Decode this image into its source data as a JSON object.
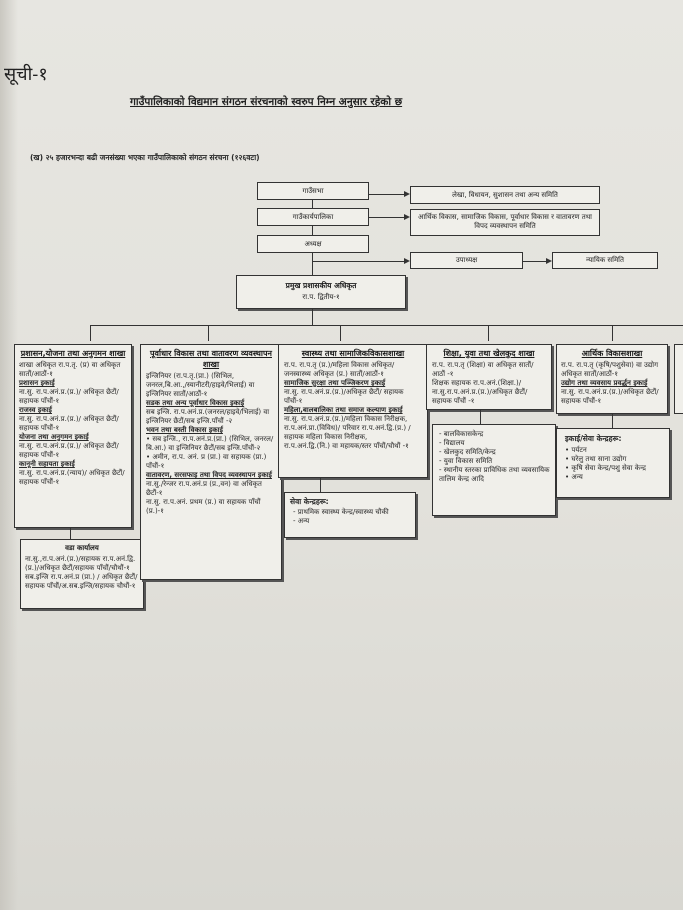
{
  "document": {
    "list_label": "सूची-१",
    "title": "गाउँपालिकाको विद्यमान संगठन संरचनाको स्वरुप निम्न अनुसार रहेको छ",
    "subtitle": "(ख) २५ हजारभन्दा बढी जनसंख्या भएका गाउँपालिकाको संगठन संरचना (१२६वटा)"
  },
  "chart": {
    "top_nodes": [
      {
        "label": "गाउँसभा"
      },
      {
        "label": "गाउँकार्यपालिका"
      },
      {
        "label": "अध्यक्ष"
      }
    ],
    "side_nodes": [
      {
        "label": "लेखा, विधायन, सुशासन तथा अन्य समिति"
      },
      {
        "label": "आर्थिक विकास, सामाजिक विकास, पूर्वाधार विकास र वातावरण तथा विपद व्यवस्थापन समिति"
      },
      {
        "label": "उपाध्यक्ष"
      },
      {
        "label": "न्यायिक समिति"
      }
    ],
    "cao": {
      "title": "प्रमुख प्रशासकीय अधिकृत",
      "level": "रा.प. द्वितीय-१"
    },
    "columns": [
      {
        "title": "प्रशासन,योजना तथा अनुगमन शाखा",
        "lines": [
          {
            "t": "शाखा अधिकृत रा.प.तृ. (प्र) वा अधिकृत सातौं/आठौं-१",
            "u": false
          },
          {
            "t": "प्रशासन इकाई",
            "u": true
          },
          {
            "t": "ना.सु. रा.प.अनं.प्र.(प्र.)/ अधिकृत छैटौं/ सहायक पाँचौं-१",
            "u": false
          },
          {
            "t": "राजस्व इकाई",
            "u": true
          },
          {
            "t": "ना.सु. रा.प.अनं.प्र.(प्र.)/ अधिकृत छैटौं/ सहायक पाँचौं-१",
            "u": false
          },
          {
            "t": "योजना तथा अनुगमन इकाई",
            "u": true
          },
          {
            "t": "ना.सु. रा.प.अनं.प्र.(प्र.)/ अधिकृत छैटौं/ सहायक पाँचौं-१",
            "u": false
          },
          {
            "t": "कानूनी सहायता इकाई",
            "u": true
          },
          {
            "t": "ना.सु. रा.प.अनं.प्र.(न्याय)/ अधिकृत छैटौं/ सहायक पाँचौं-१",
            "u": false
          }
        ]
      },
      {
        "title": "पूर्वाधार विकास तथा वातावरण व्यवस्थापन शाखा",
        "lines": [
          {
            "t": "इन्जिनियर (रा.प.तृ.(प्रा.) (सिभिल, जनरल,बि.आ.,/स्यानीटरी/हाइवे/भिलाई) वा इन्जिनियर सातौं/आठौं-१",
            "u": false
          },
          {
            "t": "सडक तथा अन्य पूर्वाधार विकास इकाई",
            "u": true
          },
          {
            "t": "सब इन्जि. रा.प.अनं.प्र.(जनरल/हाइवे/भिलाई) वा इन्जिनियर छैटौं/सब इन्जि.पाँचौं -२",
            "u": false
          },
          {
            "t": "भवन तथा बस्ती विकास इकाई",
            "u": true
          },
          {
            "t": "• सब इन्जि., रा.प.अनं.प्र.(प्रा.) (सिभिल, जनरल/बि.आ.) वा इन्जिनियर छैटौं/सब इन्जि.पाँचौं-२",
            "u": false
          },
          {
            "t": "• अमीन, रा.प. अनं. प्र (प्रा.) वा सहायक (प्रा.) पाँचौं-१",
            "u": false
          },
          {
            "t": "वातावरण, सरसफाइ तथा विपद व्यवस्थापन इकाई",
            "u": true
          },
          {
            "t": "ना.सु./रेन्जर रा.प.अनं.प्र (प्र.,वन) वा अधिकृत छैटौं-१",
            "u": false
          },
          {
            "t": "ना.सु. रा.प.अनं. प्रथम (प्र.) वा सहायक पाँचौं (प्र.)-१",
            "u": false
          }
        ]
      },
      {
        "title": "स्वास्थ्य तथा सामाजिकविकासशाखा",
        "lines": [
          {
            "t": "रा.प. रा.प.तृ (प्र.)/महिला विकास अधिकृत/ जनस्वास्थ्य अधिकृत (प्र.) सातौं/आठौं-१",
            "u": false
          },
          {
            "t": "सामाजिक सुरक्षा तथा पञ्जिकरण इकाई",
            "u": true
          },
          {
            "t": "ना.सु. रा.प.अनं.प्र.(प्र.)/अधिकृत छैटौं/ सहायक पाँचौं-१",
            "u": false
          },
          {
            "t": "महिला,बालबालिका तथा समाज कल्याण इकाई",
            "u": true
          },
          {
            "t": "ना.सु. रा.प.अनं.प्र.(प्र.)/महिला विकास निरीक्षक, रा.प.अनं.प्रा.(विविध)/ परिवार रा.प.अनं.द्वि.(प्र.) /सहायक महिला विकास निरीक्षक,",
            "u": false
          },
          {
            "t": "रा.प.अनं.द्वि.(नि.) वा महायक/स्तर पाँचौं/चौथौं -१",
            "u": false
          }
        ]
      },
      {
        "title": "शिक्षा, युवा तथा खेलकुद शाखा",
        "lines": [
          {
            "t": "रा.प. रा.प.तृ (शिक्षा) वा अधिकृत सातौं/आठौं -१",
            "u": false
          },
          {
            "t": "शिक्षक सहायक रा.प.अनं.(शिक्षा.)/ ना.सु.रा.प.अनं.प्र.(प्र.)/अधिकृत छैटौं/ सहायक पाँचौं -१",
            "u": false
          }
        ]
      },
      {
        "title": "आर्थिक विकासशाखा",
        "lines": [
          {
            "t": "रा.प. रा.प.तृ (कृषि/पशुसेवा) वा उद्योग अधिकृत सातौं/आठौं-१",
            "u": false
          },
          {
            "t": "उद्योग तथा व्यवसाय प्रवर्द्धन इकाई",
            "u": true
          },
          {
            "t": "ना.सु. रा.प.अनं.प्र.(प्र.)/अधिकृत छैटौं/सहायक पाँचौं-१",
            "u": false
          }
        ]
      }
    ],
    "ward_office": {
      "title": "वडा कार्यालय",
      "lines": [
        "ना.सु.,रा.प.अनं.(प्र.)/सहायक रा.प.अनं.द्वि.(प्र.)/अधिकृत छैटौं/सहायक पाँचौं/चौथौं-१",
        "सब.इन्जि रा.प.अनं.प्र (प्रा.) / अधिकृत छैटौं/ सहायक पाँचौं/अ.सब.इन्जि/सहायक चौथौं-१"
      ]
    },
    "service_centers_health": {
      "title": "सेवा केन्द्रहरू:",
      "items": [
        "प्राथमिक स्वास्थ्य केन्द्र/स्वास्थ्य चौकी",
        "अन्य"
      ]
    },
    "education_list": {
      "items": [
        "बालविकासकेन्द्र",
        "विद्यालय",
        "खेलकुद समिति/केन्द्र",
        "युवा विकास समिति",
        "स्थानीय स्तरका प्राविधिक तथा व्यवसायिक तालिम केन्द्र आदि"
      ]
    },
    "service_centers_econ": {
      "title": "इकाई/सेवा केन्द्रहरू:",
      "items": [
        "पर्यटन",
        "घरेलु तथा साना उद्योग",
        "कृषि सेवा केन्द्र/पशु सेवा केन्द्र",
        "अन्य"
      ]
    }
  }
}
